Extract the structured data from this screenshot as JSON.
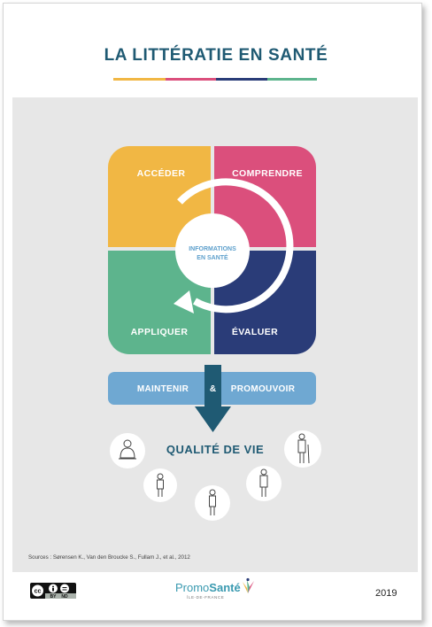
{
  "title": "LA LITTÉRATIE EN SANTÉ",
  "colors": {
    "yellow": "#f1b744",
    "pink": "#db4f7c",
    "navy": "#2a3c78",
    "green": "#5db48d",
    "teal": "#1f5a73",
    "blue": "#5ea0cc"
  },
  "quadrants": {
    "access": "ACCÉDER",
    "understand": "COMPRENDRE",
    "apply": "APPLIQUER",
    "evaluate": "ÉVALUER"
  },
  "center": {
    "line1": "INFORMATIONS",
    "line2": "EN SANTÉ"
  },
  "bar": {
    "left": "MAINTENIR",
    "amp": "&",
    "right": "PROMOUVOIR"
  },
  "quality": "QUALITÉ DE VIE",
  "sources": "Sources : Sørensen K., Van den Broucke S., Fullam J., et al., 2012",
  "license": {
    "cc": "cc",
    "by": "BY",
    "nd": "ND"
  },
  "logo": {
    "part1": "Promo",
    "part2": "Santé",
    "tagline": "ÎLE-DE-FRANCE"
  },
  "year": "2019"
}
